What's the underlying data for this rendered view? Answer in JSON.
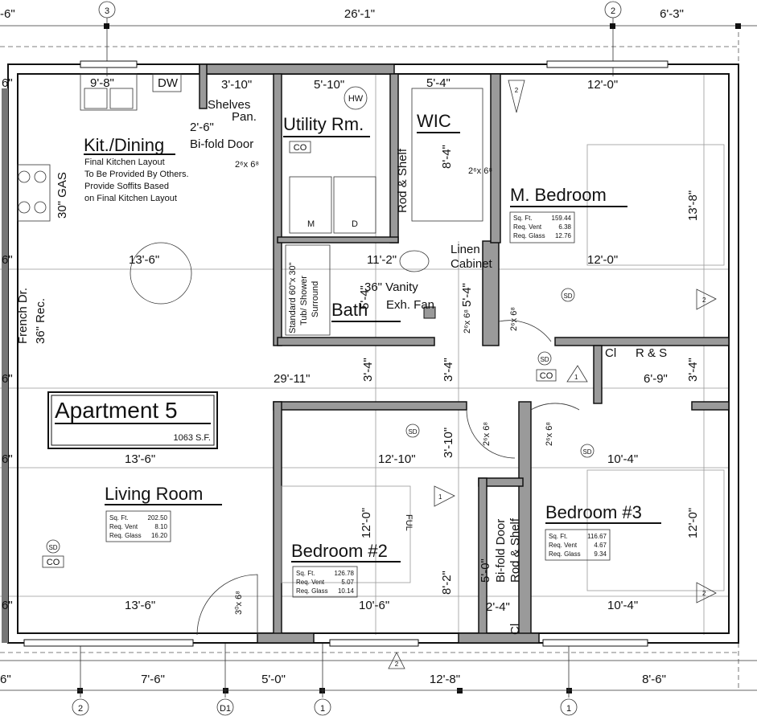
{
  "dimensions_top": [
    "-6\"",
    "26'-1\"",
    "6'-3\""
  ],
  "dimensions_bottom": [
    "6\"",
    "7'-6\"",
    "5'-0\"",
    "12'-8\"",
    "8'-6\""
  ],
  "dimensions_left": [
    "6\"",
    "6\"",
    "6\"",
    "6\"",
    "6\""
  ],
  "grid_bubbles_top": [
    "3",
    "2"
  ],
  "grid_bubbles_bottom": [
    "2",
    "D1",
    "1",
    "1"
  ],
  "section_markers": [
    "2",
    "2",
    "2",
    "2",
    "1",
    "1"
  ],
  "apartment": {
    "title": "Apartment 5",
    "area": "1063 S.F."
  },
  "kitchen": {
    "title": "Kit./Dining",
    "notes": [
      "Final Kitchen Layout",
      "To Be Provided By Others.",
      "Provide Soffits Based",
      "on Final Kitchen Layout"
    ],
    "sink_dim": "9'-8\"",
    "dw": "DW",
    "range": "30\" GAS",
    "width_dim": "13'-6\""
  },
  "french_door": {
    "label": "French Dr.",
    "rec": "36\" Rec."
  },
  "utility": {
    "title": "Utility Rm.",
    "dim_a": "3'-10\"",
    "dim_b": "5'-10\"",
    "hw": "HW",
    "shelves": "Shelves",
    "pan": "Pan.",
    "bifold": "2'-6\"",
    "bifold_label": "Bi-fold Door",
    "co": "CO",
    "door": "2⁶x 6⁸",
    "washer": "M",
    "dryer": "D"
  },
  "wic": {
    "title": "WIC",
    "dim": "5'-4\"",
    "depth": "8'-4\"",
    "door": "2⁶x 6⁸",
    "shelf": "Rod & Shelf"
  },
  "bath": {
    "title": "Bath",
    "tub": [
      "Standard 60\"x 30\"",
      "Tub/ Shower",
      "Surround"
    ],
    "dim": "11'-2\"",
    "dim_v": "5'-4\"",
    "vanity": "36\" Vanity",
    "fan": "Exh. Fan",
    "linen": [
      "Linen",
      "Cabinet"
    ],
    "dim_v2": "5'-4\"",
    "door": "2⁶x 6⁸"
  },
  "master": {
    "title": "M. Bedroom",
    "width": "12'-0\"",
    "width2": "12'-0\"",
    "depth": "13'-8\"",
    "door": "2⁶x 6⁸",
    "sqft": "159.44",
    "vent": "6.38",
    "glass": "12.76"
  },
  "hall": {
    "width": "29'-11\"",
    "d1": "3'-4\"",
    "d2": "3'-4\"",
    "d3": "3'-4\"",
    "d4": "3'-10\"",
    "cl": "Cl",
    "rs": "R & S",
    "rs_dim": "6'-9\"",
    "co": "CO"
  },
  "living": {
    "title": "Living Room",
    "w1": "13'-6\"",
    "w2": "13'-6\"",
    "w3": "13'-6\"",
    "door": "3⁰x 6⁸",
    "co": "CO",
    "sqft": "202.50",
    "vent": "8.10",
    "glass": "16.20"
  },
  "bedroom2": {
    "title": "Bedroom #2",
    "w1": "12'-10\"",
    "w2": "10'-6\"",
    "depth": "12'-0\"",
    "closet_dim": "8'-2\"",
    "door": "2⁶x 6⁸",
    "sqft": "126.78",
    "vent": "5.07",
    "glass": "10.14"
  },
  "closet2": {
    "bifold": "Bi-fold Door",
    "shelf": "Rod & Shelf",
    "dim": "5'-0\"",
    "w": "2'-4\"",
    "cl": "Cl"
  },
  "bedroom3": {
    "title": "Bedroom #3",
    "w1": "10'-4\"",
    "w2": "10'-4\"",
    "depth": "12'-0\"",
    "door": "2⁶x 6⁸",
    "sqft": "116.67",
    "vent": "4.67",
    "glass": "9.34"
  },
  "table_labels": {
    "sqft": "Sq. Ft.",
    "vent": "Req. Vent",
    "glass": "Req. Glass"
  },
  "smoke_detector": "SD",
  "ful": "FUL"
}
